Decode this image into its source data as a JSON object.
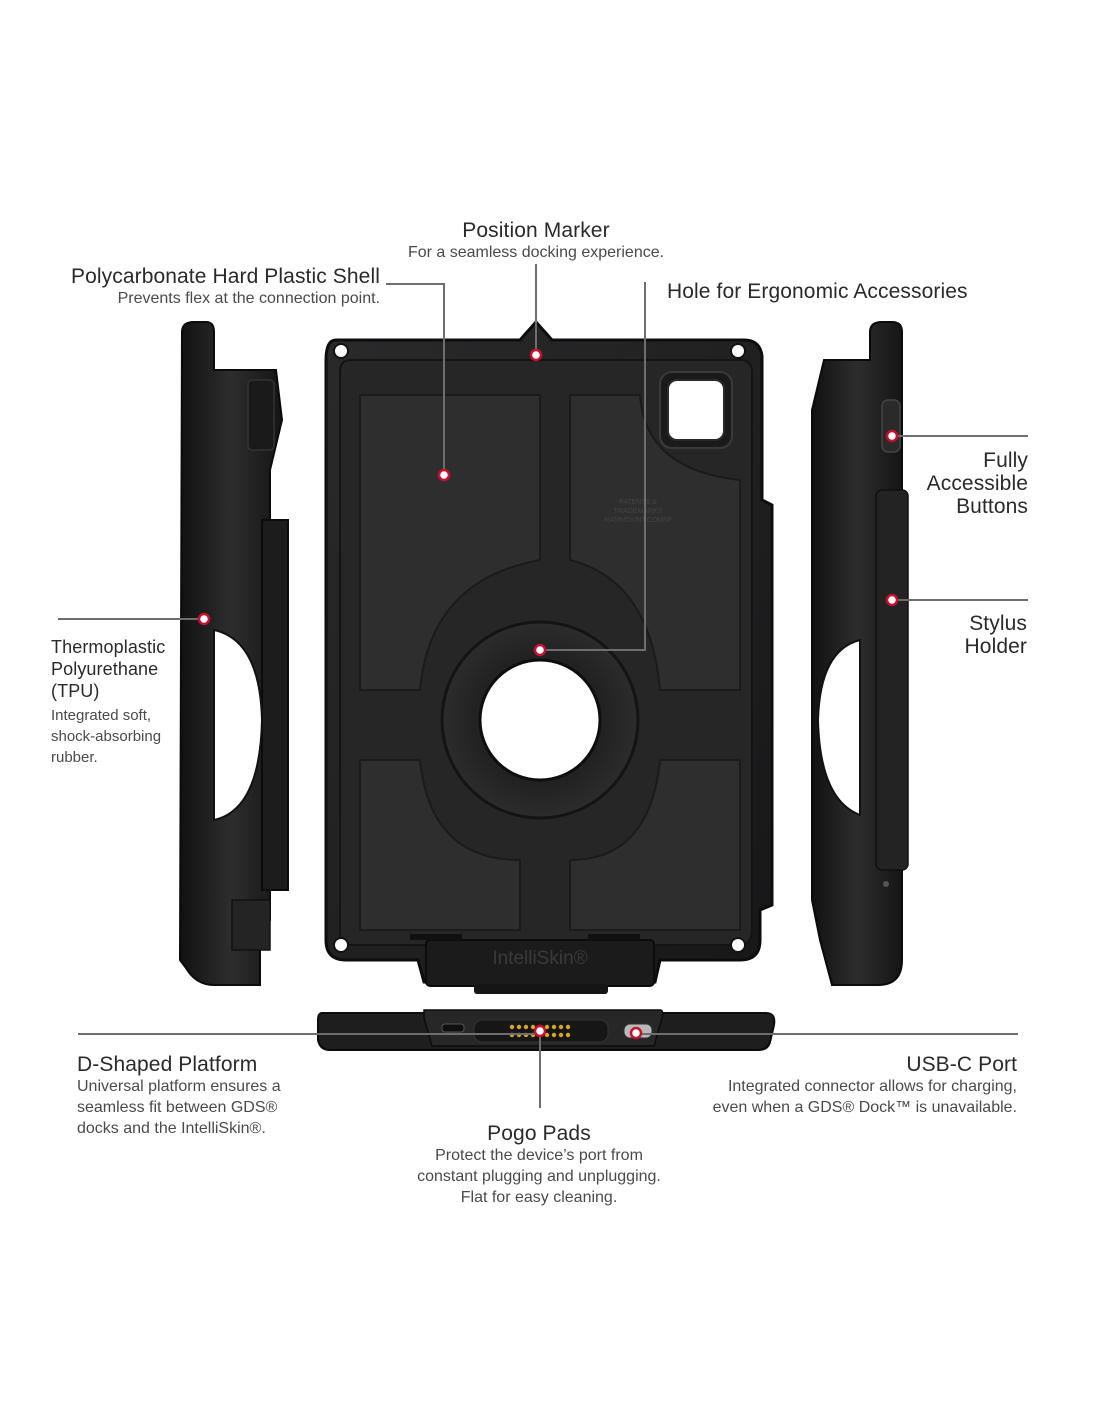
{
  "callouts": {
    "position_marker": {
      "title": "Position Marker",
      "desc": "For a seamless docking experience."
    },
    "polycarbonate": {
      "title": "Polycarbonate Hard Plastic Shell",
      "desc": "Prevents flex at the connection point."
    },
    "ergonomic_hole": {
      "title": "Hole for Ergonomic Accessories"
    },
    "buttons": {
      "title_lines": [
        "Fully",
        "Accessible",
        "Buttons"
      ]
    },
    "stylus": {
      "title_lines": [
        "Stylus",
        "Holder"
      ]
    },
    "tpu": {
      "title_lines": [
        "Thermoplastic",
        "Polyurethane",
        "(TPU)"
      ],
      "desc_lines": [
        "Integrated soft,",
        "shock-absorbing",
        "rubber."
      ]
    },
    "d_platform": {
      "title": "D-Shaped Platform",
      "desc_lines": [
        "Universal platform ensures a",
        "seamless fit between GDS®",
        "docks and the IntelliSkin®."
      ]
    },
    "usbc": {
      "title": "USB-C Port",
      "desc_lines": [
        "Integrated connector allows for charging,",
        "even when a GDS® Dock™ is unavailable."
      ]
    },
    "pogo": {
      "title": "Pogo Pads",
      "desc_lines": [
        "Protect the device’s port from",
        "constant plugging and unplugging.",
        "Flat for easy cleaning."
      ]
    }
  },
  "product": {
    "brand_mark": "IntelliSkin®",
    "back_imprint": [
      "PATENTS &",
      "TRADEMARKS",
      "RAMMOUNT.COM/IP"
    ]
  },
  "colors": {
    "callout_dot": "#c8102e",
    "leader_line": "#6e6e6e",
    "case_black": "#1e1e1f"
  }
}
